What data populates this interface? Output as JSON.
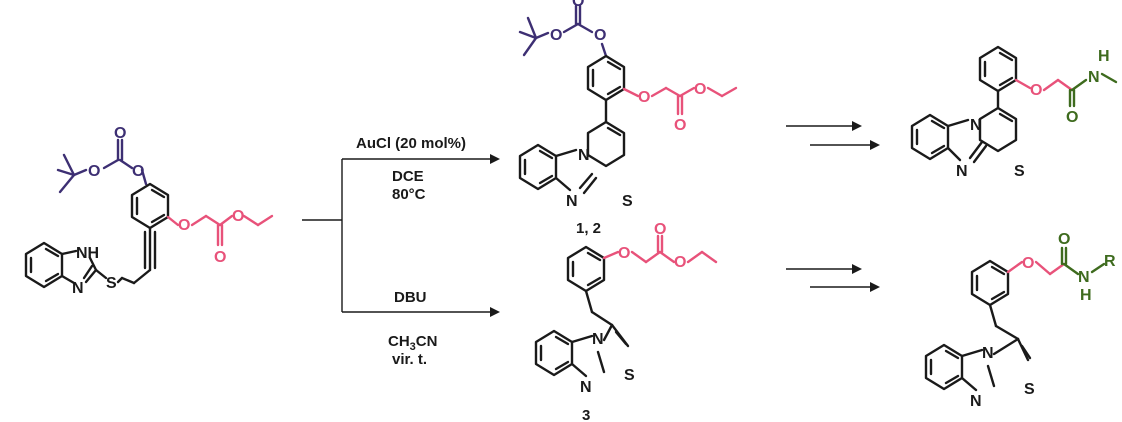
{
  "conditions": {
    "top": {
      "reagent": "AuCl (20 mol%)",
      "solvent": "DCE",
      "temp": "80°C"
    },
    "bottom": {
      "reagent": "DBU",
      "solvent_main": "CH",
      "solvent_sub": "3",
      "solvent_tail": "CN",
      "temp": "vir. t."
    }
  },
  "compound_labels": {
    "top": "1, 2",
    "bottom": "3"
  },
  "atoms": {
    "O": "O",
    "N": "N",
    "NH": "NH",
    "S": "S",
    "H": "H",
    "R": "R"
  },
  "colors": {
    "bond": "#1a1a1a",
    "boc": "#3d2f73",
    "ester": "#e8527a",
    "amide": "#3e6b1e"
  }
}
